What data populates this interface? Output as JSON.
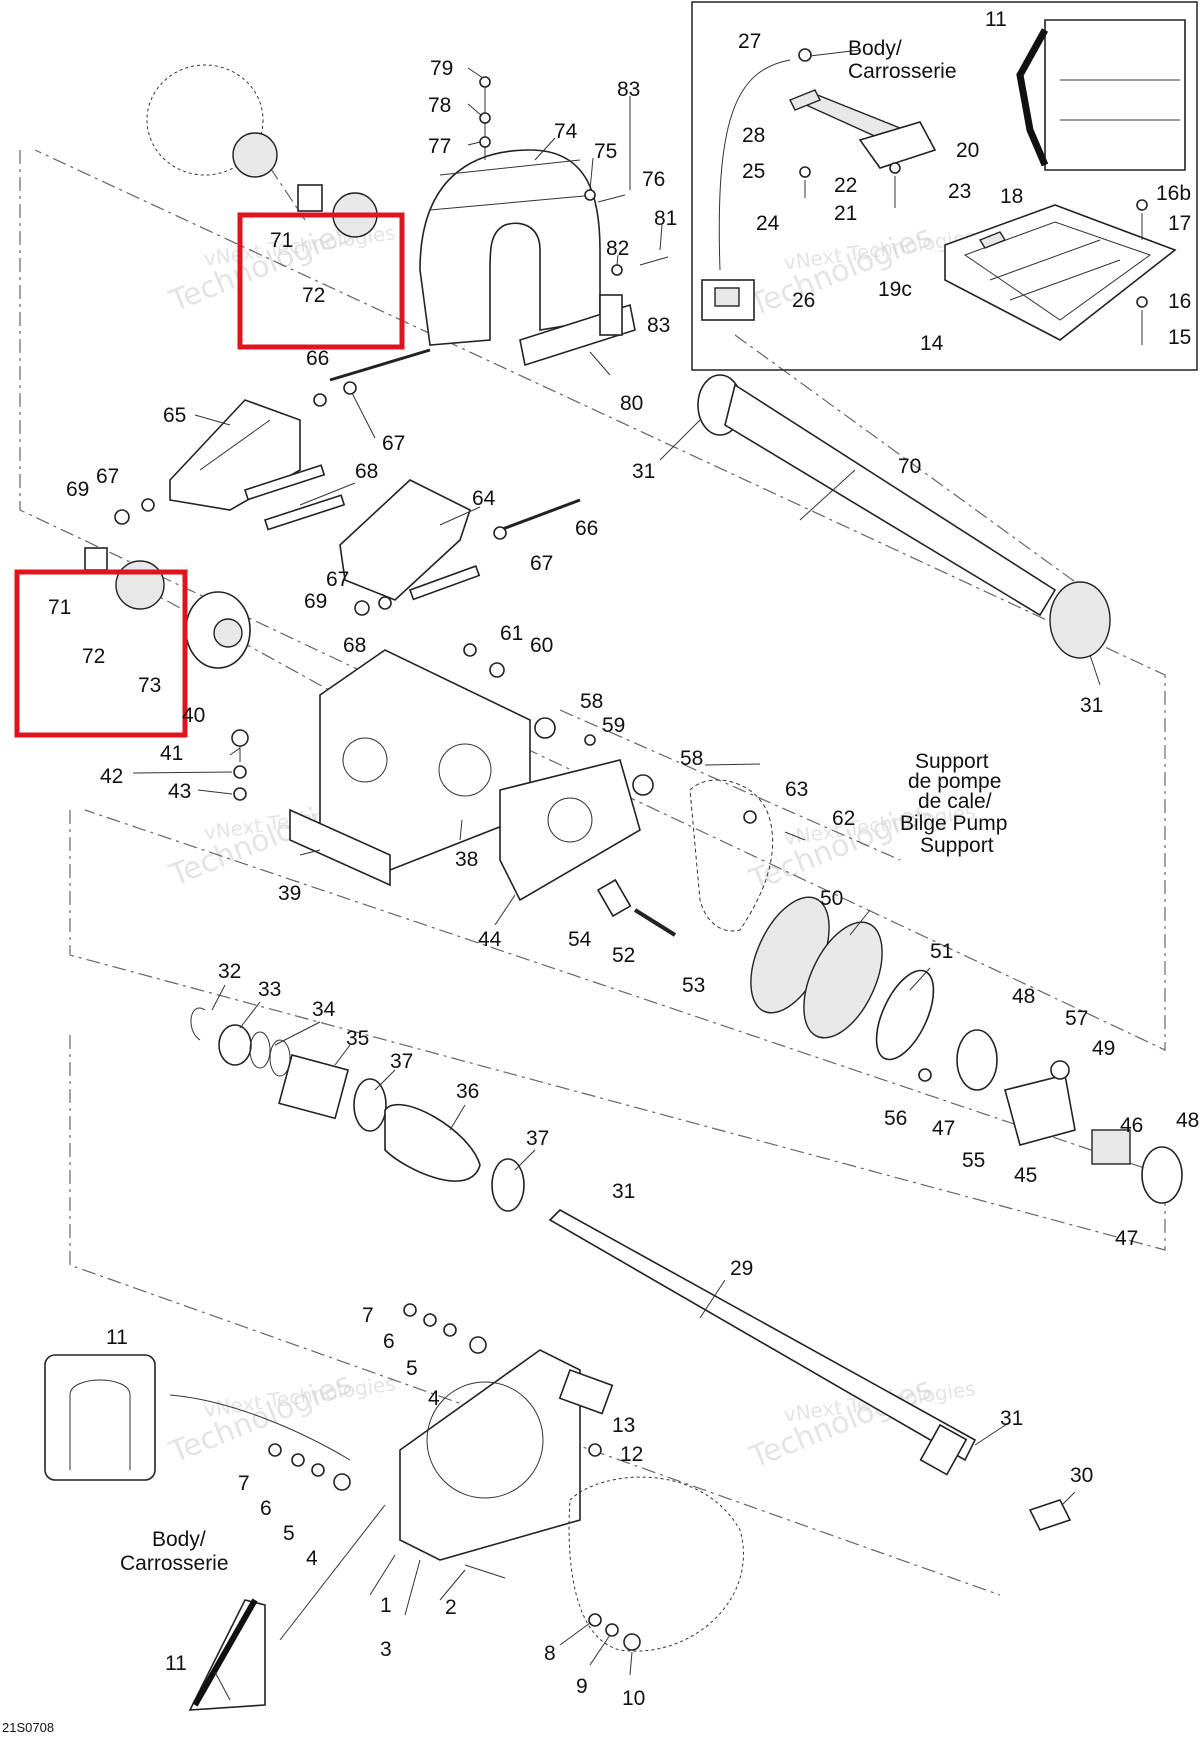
{
  "labels": {
    "n79": "79",
    "n78": "78",
    "n77": "77",
    "n83a": "83",
    "n74": "74",
    "n75": "75",
    "n76": "76",
    "n81": "81",
    "n82": "82",
    "n83b": "83",
    "n80": "80",
    "n71a": "71",
    "n72a": "72",
    "n66a": "66",
    "n65": "65",
    "n67a": "67",
    "n67b": "67",
    "n69a": "69",
    "n68a": "68",
    "n64": "64",
    "n66b": "66",
    "n67c": "67",
    "n71b": "71",
    "n72b": "72",
    "n73": "73",
    "n67d": "67",
    "n69b": "69",
    "n68b": "68",
    "n61": "61",
    "n60": "60",
    "n58a": "58",
    "n59": "59",
    "n40": "40",
    "n41": "41",
    "n42": "42",
    "n43": "43",
    "n58b": "58",
    "n63": "63",
    "n62": "62",
    "n38": "38",
    "n39": "39",
    "n44": "44",
    "n54": "54",
    "n52": "52",
    "n53": "53",
    "n50": "50",
    "n51": "51",
    "n32": "32",
    "n33": "33",
    "n34": "34",
    "n35": "35",
    "n37a": "37",
    "n36": "36",
    "n37b": "37",
    "n48a": "48",
    "n57": "57",
    "n49": "49",
    "n56": "56",
    "n47a": "47",
    "n46": "46",
    "n48b": "48",
    "n55": "55",
    "n45": "45",
    "n47b": "47",
    "n31a": "31",
    "n29": "29",
    "n31b": "31",
    "n30": "30",
    "n31c": "31",
    "n70": "70",
    "n31d": "31",
    "n27": "27",
    "n28": "28",
    "n25": "25",
    "n24": "24",
    "n22": "22",
    "n21": "21",
    "n23": "23",
    "n20": "20",
    "n11a": "11",
    "n18": "18",
    "n16b": "16b",
    "n17": "17",
    "n19c": "19c",
    "n26": "26",
    "n14": "14",
    "n16": "16",
    "n15": "15",
    "n11b": "11",
    "n7a": "7",
    "n6a": "6",
    "n5a": "5",
    "n4a": "4",
    "n13": "13",
    "n12": "12",
    "n7b": "7",
    "n6b": "6",
    "n5b": "5",
    "n4b": "4",
    "n1": "1",
    "n2": "2",
    "n3": "3",
    "n8": "8",
    "n9": "9",
    "n10": "10",
    "n11c": "11"
  },
  "callouts": {
    "body_top_1": "Body/",
    "body_top_2": "Carrosserie",
    "support_1": "Support",
    "support_2": "de pompe",
    "support_3": "de cale/",
    "support_4": "Bilge Pump",
    "support_5": "Support",
    "body_bottom_1": "Body/",
    "body_bottom_2": "Carrosserie"
  },
  "watermark": {
    "line1": "vNext Technologies",
    "line2": "Technologies"
  },
  "diagram_code": "21S0708",
  "colors": {
    "highlight": "#e0141e",
    "ink": "#111111"
  }
}
